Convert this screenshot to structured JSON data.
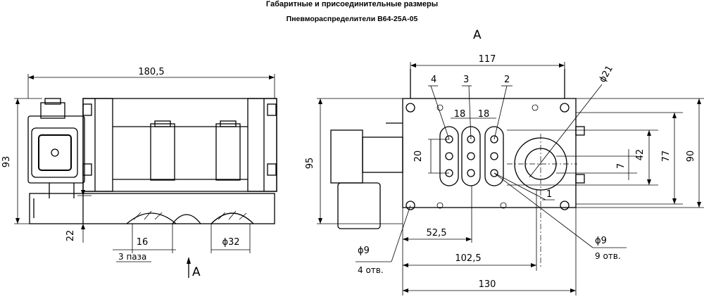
{
  "header": {
    "title": "Габаритные и присоединительные размеры",
    "subtitle": "Пневмораспределители В64-25А-05"
  },
  "left_view": {
    "dim_length": "180,5",
    "dim_height": "93",
    "dim_base": "22",
    "dim_slot": "16",
    "dim_port": "ϕ32",
    "note_slots": "3 паза",
    "view_label": "A"
  },
  "right_view": {
    "view_label": "A",
    "dim_width_top": "117",
    "dim_height_total": "95",
    "dim_height_mid": "90",
    "dim_height_inner": "77",
    "dim_port_spacing": "42",
    "dim_small": "7",
    "dim_row_spacing": "20",
    "dim_pitch_1": "18",
    "dim_pitch_2": "18",
    "dim_bore": "ϕ21",
    "dim_x1": "52,5",
    "dim_x2": "102,5",
    "dim_x3": "130",
    "hole_a_dia": "ϕ9",
    "hole_a_note": "4 отв.",
    "hole_b_dia": "ϕ9",
    "hole_b_note": "9 отв.",
    "port_labels": [
      "4",
      "3",
      "2",
      "1"
    ]
  }
}
